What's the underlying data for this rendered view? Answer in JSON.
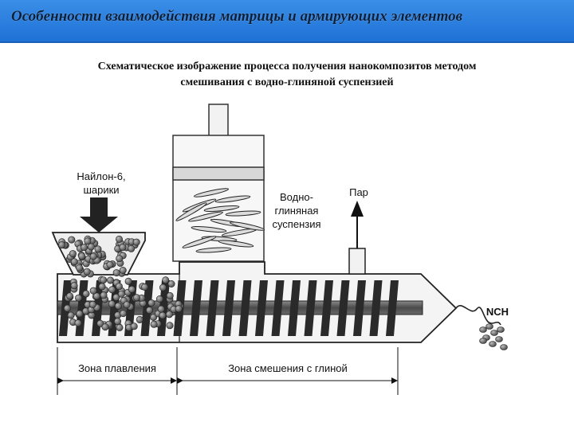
{
  "header": {
    "title": "Особенности взаимодействия  матрицы и армирующих элементов",
    "accent_color": "#2a83e0"
  },
  "caption": {
    "line1": "Схематическое изображение процесса получения нанокомпозитов методом",
    "line2": "смешивания с водно-глиняной суспензией"
  },
  "diagram": {
    "labels": {
      "nylon_1": "Найлон-6,",
      "nylon_2": "шарики",
      "slurry_1": "Водно-",
      "slurry_2": "глиняная",
      "slurry_3": "суспензия",
      "steam": "Пар",
      "product": "NCH",
      "zone_melting": "Зона плавления",
      "zone_mixing": "Зона смешения с глиной"
    },
    "colors": {
      "screw": "#2a2a2a",
      "barrel": "#f2f2f2",
      "shaft": "#555555",
      "pellet": "#6a6a6a"
    }
  }
}
